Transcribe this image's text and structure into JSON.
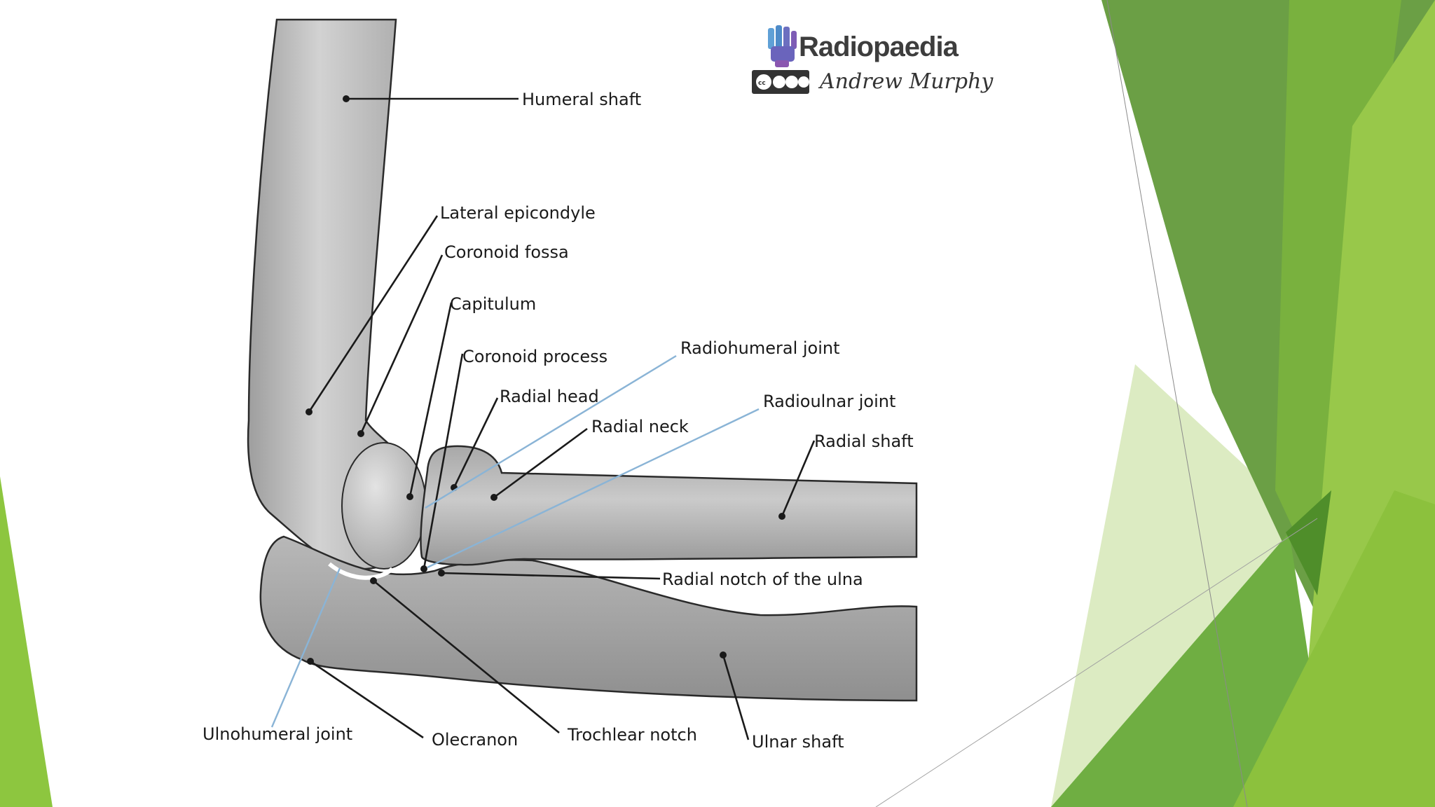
{
  "branding": {
    "name": "Radiopaedia",
    "credit": "Andrew Murphy"
  },
  "labels": {
    "humeral_shaft": "Humeral shaft",
    "lateral_epicondyle": "Lateral epicondyle",
    "coronoid_fossa": "Coronoid fossa",
    "capitulum": "Capitulum",
    "coronoid_process": "Coronoid process",
    "radiohumeral_joint": "Radiohumeral joint",
    "radial_head": "Radial head",
    "radioulnar_joint": "Radioulnar joint",
    "radial_neck": "Radial neck",
    "radial_shaft": "Radial shaft",
    "radial_notch_of_the_ulna": "Radial notch of the ulna",
    "ulnohumeral_joint": "Ulnohumeral joint",
    "olecranon": "Olecranon",
    "trochlear_notch": "Trochlear notch",
    "ulnar_shaft": "Ulnar shaft"
  },
  "colors": {
    "bone": "#bcbcbc",
    "bone_edge": "#2a2a2a",
    "joint_leader": "#8ab4d6",
    "accent_dark": "#5a9a36",
    "accent_mid": "#76b43a",
    "accent_light": "#a6cf52",
    "accent_pale": "#dcebc2"
  }
}
